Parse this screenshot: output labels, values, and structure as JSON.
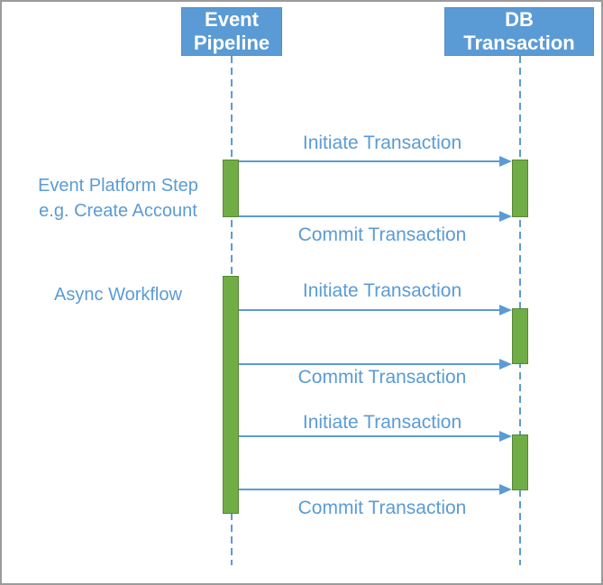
{
  "colors": {
    "accent_blue": "#5B9BD5",
    "activation_green": "#70AD47",
    "activation_green_border": "#578836",
    "frame_border": "#9B9B9B",
    "background": "#FFFFFF",
    "header_text": "#FFFFFF"
  },
  "headers": {
    "left": {
      "line1": "Event",
      "line2": "Pipeline"
    },
    "right": {
      "line1": "DB",
      "line2": "Transaction"
    }
  },
  "side_labels": {
    "first": {
      "line1": "Event Platform Step",
      "line2": "e.g. Create Account"
    },
    "second": {
      "line1": "Async Workflow"
    }
  },
  "messages": [
    {
      "label": "Initiate Transaction",
      "from": "Event Pipeline",
      "to": "DB Transaction",
      "direction": "right"
    },
    {
      "label": "Commit Transaction",
      "from": "Event Pipeline",
      "to": "DB Transaction",
      "direction": "right"
    },
    {
      "label": "Initiate Transaction",
      "from": "Event Pipeline",
      "to": "DB Transaction",
      "direction": "right"
    },
    {
      "label": "Commit Transaction",
      "from": "Event Pipeline",
      "to": "DB Transaction",
      "direction": "right"
    },
    {
      "label": "Initiate Transaction",
      "from": "Event Pipeline",
      "to": "DB Transaction",
      "direction": "right"
    },
    {
      "label": "Commit Transaction",
      "from": "Event Pipeline",
      "to": "DB Transaction",
      "direction": "right"
    }
  ]
}
